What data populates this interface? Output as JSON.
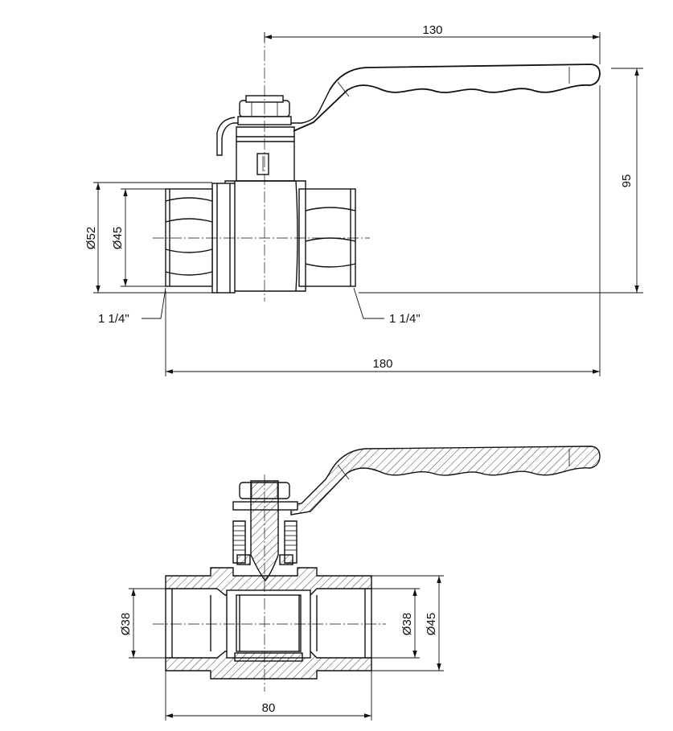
{
  "diagram": {
    "top_view": {
      "dimensions": {
        "handle_length": "130",
        "height": "95",
        "overall_length": "180",
        "outer_diameter": "Ø52",
        "inner_diameter": "Ø45",
        "thread_left": "1 1/4\"",
        "thread_right": "1 1/4\""
      }
    },
    "section_view": {
      "dimensions": {
        "bore_left": "Ø38",
        "bore_right": "Ø38",
        "outer_right": "Ø45",
        "body_length": "80"
      }
    }
  }
}
